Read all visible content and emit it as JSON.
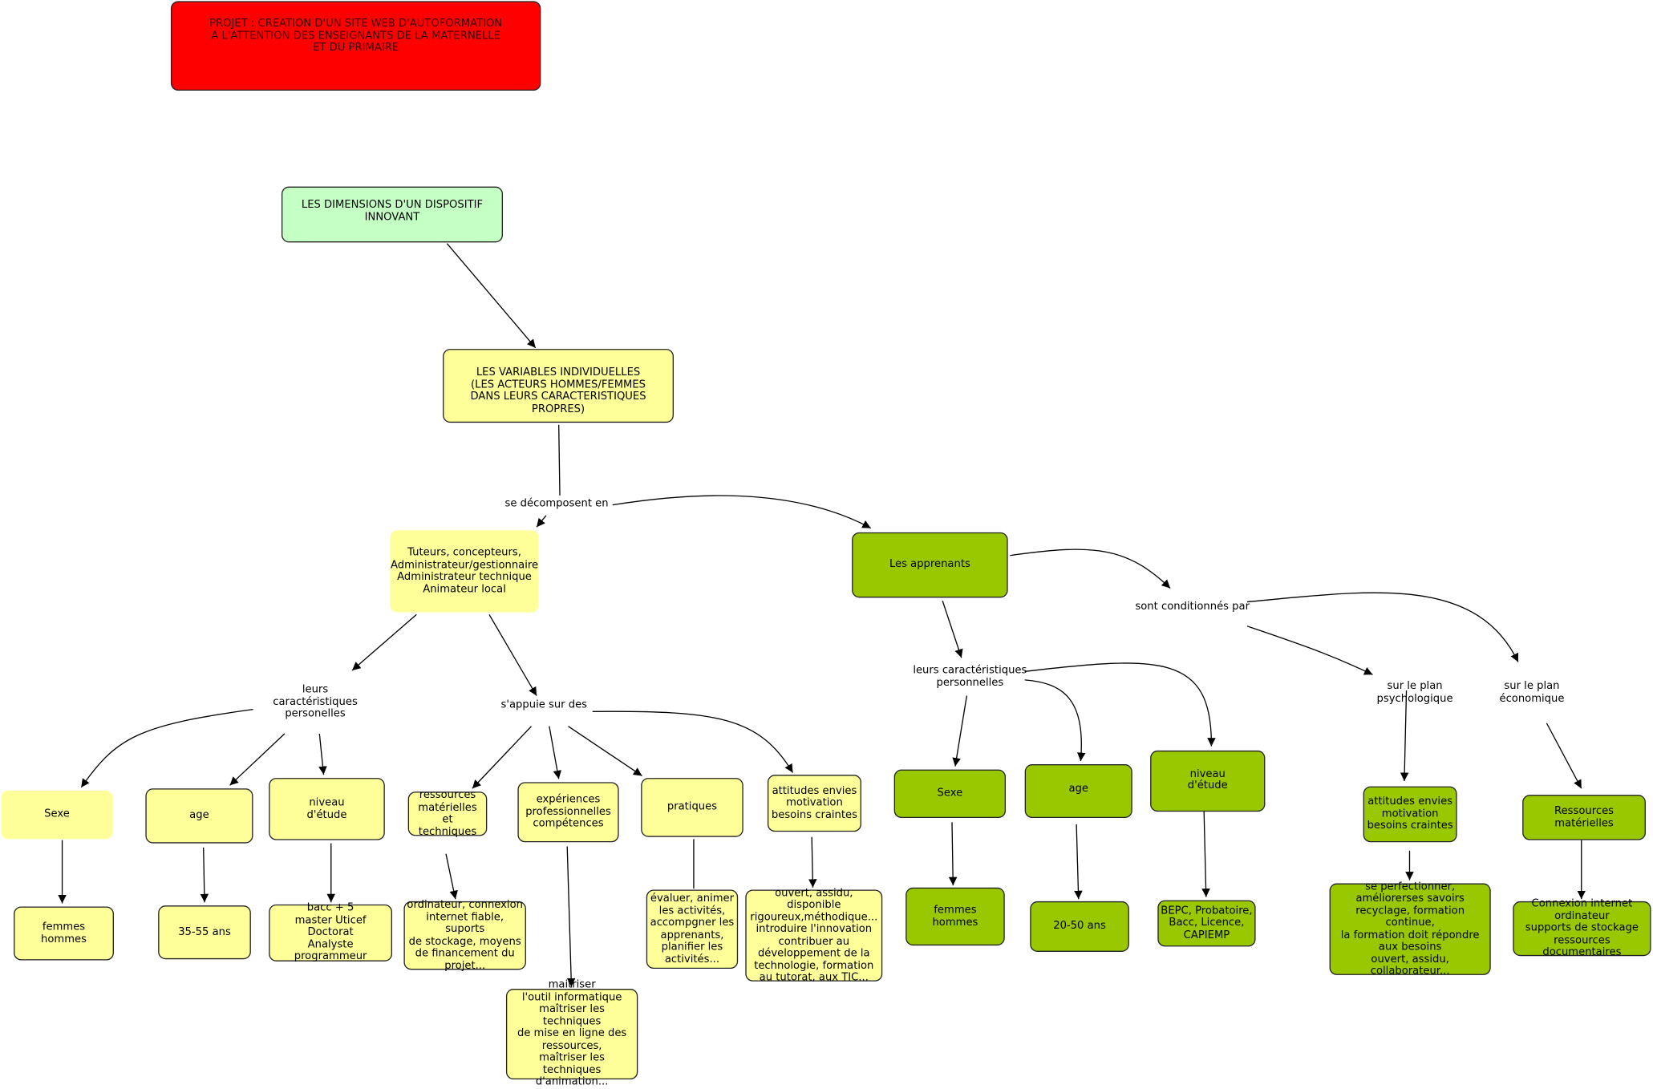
{
  "colors": {
    "title": "#ff0000",
    "root": "#c4ffc4",
    "tuteurs": "#ffff99",
    "apprenants": "#99c800"
  },
  "nodes": {
    "title": "PROJET : CREATION D'UN SITE WEB D'AUTOFORMATION\nA L'ATTENTION DES ENSEIGNANTS DE LA MATERNELLE\nET DU PRIMAIRE",
    "dimensions": "LES DIMENSIONS D'UN DISPOSITIF\nINNOVANT",
    "variables": "LES VARIABLES INDIVIDUELLES\n(LES ACTEURS HOMMES/FEMMES\nDANS LEURS CARACTERISTIQUES PROPRES)",
    "tuteurs": "Tuteurs, concepteurs,\nAdministrateur/gestionnaire\nAdministrateur technique\nAnimateur local",
    "apprenants": "Les apprenants",
    "t_sexe": "Sexe",
    "t_age": "age",
    "t_niveau": "niveau\nd'étude",
    "t_ressources": "ressources\nmatérielles et\ntechniques",
    "t_experiences": "expériences\nprofessionnelles\ncompétences",
    "t_pratiques": "pratiques",
    "t_attitudes": "attitudes envies\nmotivation\nbesoins craintes",
    "t_femmes": "femmes\nhommes",
    "t_ages": "35-55 ans",
    "t_bacc": "bacc + 5\nmaster Uticef\nDoctorat\nAnalyste programmeur",
    "t_ordinateur": "ordinateur, connexion\ninternet fiable, suports\nde stockage, moyens\nde financement du\nprojet...",
    "t_maitriser": "maitriser\nl'outil informatique\nmaîtriser les techniques\nde mise en ligne des\nressources,\nmaîtriser les techniques\nd'animation...",
    "t_evaluer": "évaluer, animer\nles activités,\naccompgner les\napprenants,\nplanifier les\nactivités...",
    "t_ouvert": "ouvert, assidu, disponible\nrigoureux,méthodique...\nintroduire l'innovation\ncontribuer au\ndéveloppement de la\ntechnologie, formation\nau tutorat, aux TIC...",
    "a_sexe": "Sexe",
    "a_age": "age",
    "a_niveau": "niveau\nd'étude",
    "a_attitudes": "attitudes envies\nmotivation\nbesoins craintes",
    "a_ressources": "Ressources matérielles",
    "a_femmes": "femmes\nhommes",
    "a_ages": "20-50 ans",
    "a_bepc": "BEPC, Probatoire,\nBacc, Licence,\nCAPIEMP",
    "a_perfectionner": "se perfectionner,\naméliorerses savoirs\nrecyclage, formation\ncontinue,\nla formation doit répondre\naux besoins\nouvert, assidu, collaborateur...",
    "a_connexion": "Connexion internet\nordinateur\nsupports de stockage\nressources documentaires"
  },
  "links": {
    "decomposent": "se décomposent en",
    "t_caract": "leurs\ncaractéristiques\npersonelles",
    "appuie": "s'appuie sur des",
    "conditionnes": "sont conditionnés par",
    "a_caract": "leurs caractéristiques\npersonnelles",
    "psycho": "sur le plan\npsychologique",
    "eco": "sur le plan\néconomique"
  }
}
